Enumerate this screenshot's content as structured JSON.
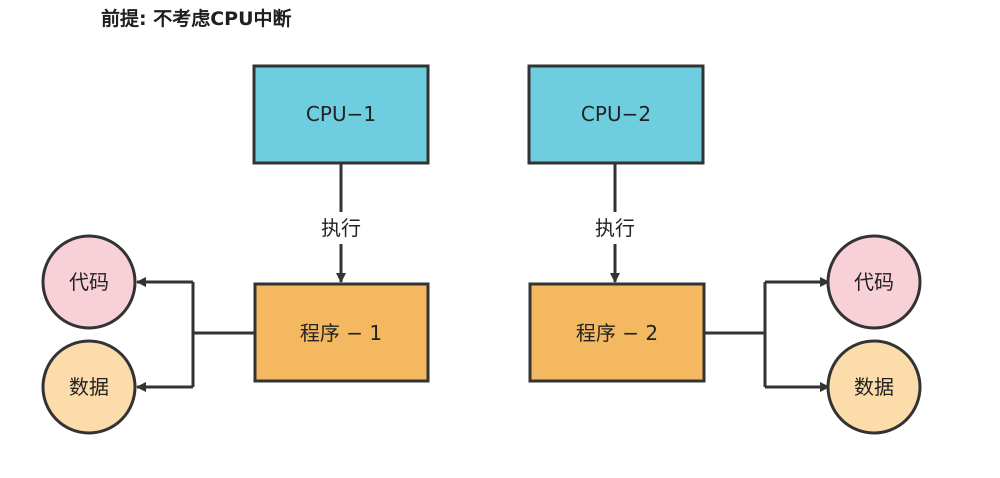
{
  "header": {
    "title": "前提: 不考虑CPU中断"
  },
  "nodes": {
    "cpu1": {
      "label": "CPU−1",
      "fill": "#6ecedf"
    },
    "cpu2": {
      "label": "CPU−2",
      "fill": "#6ecedf"
    },
    "prog1": {
      "label": "程序 − 1",
      "fill": "#f4b860"
    },
    "prog2": {
      "label": "程序 − 2",
      "fill": "#f4b860"
    },
    "code_left": {
      "label": "代码",
      "fill": "#f8d0d8"
    },
    "data_left": {
      "label": "数据",
      "fill": "#fbdcaa"
    },
    "code_right": {
      "label": "代码",
      "fill": "#f8d0d8"
    },
    "data_right": {
      "label": "数据",
      "fill": "#fbdcaa"
    }
  },
  "edges": {
    "exec1": {
      "label": "执行"
    },
    "exec2": {
      "label": "执行"
    }
  },
  "colors": {
    "stroke": "#333333"
  }
}
